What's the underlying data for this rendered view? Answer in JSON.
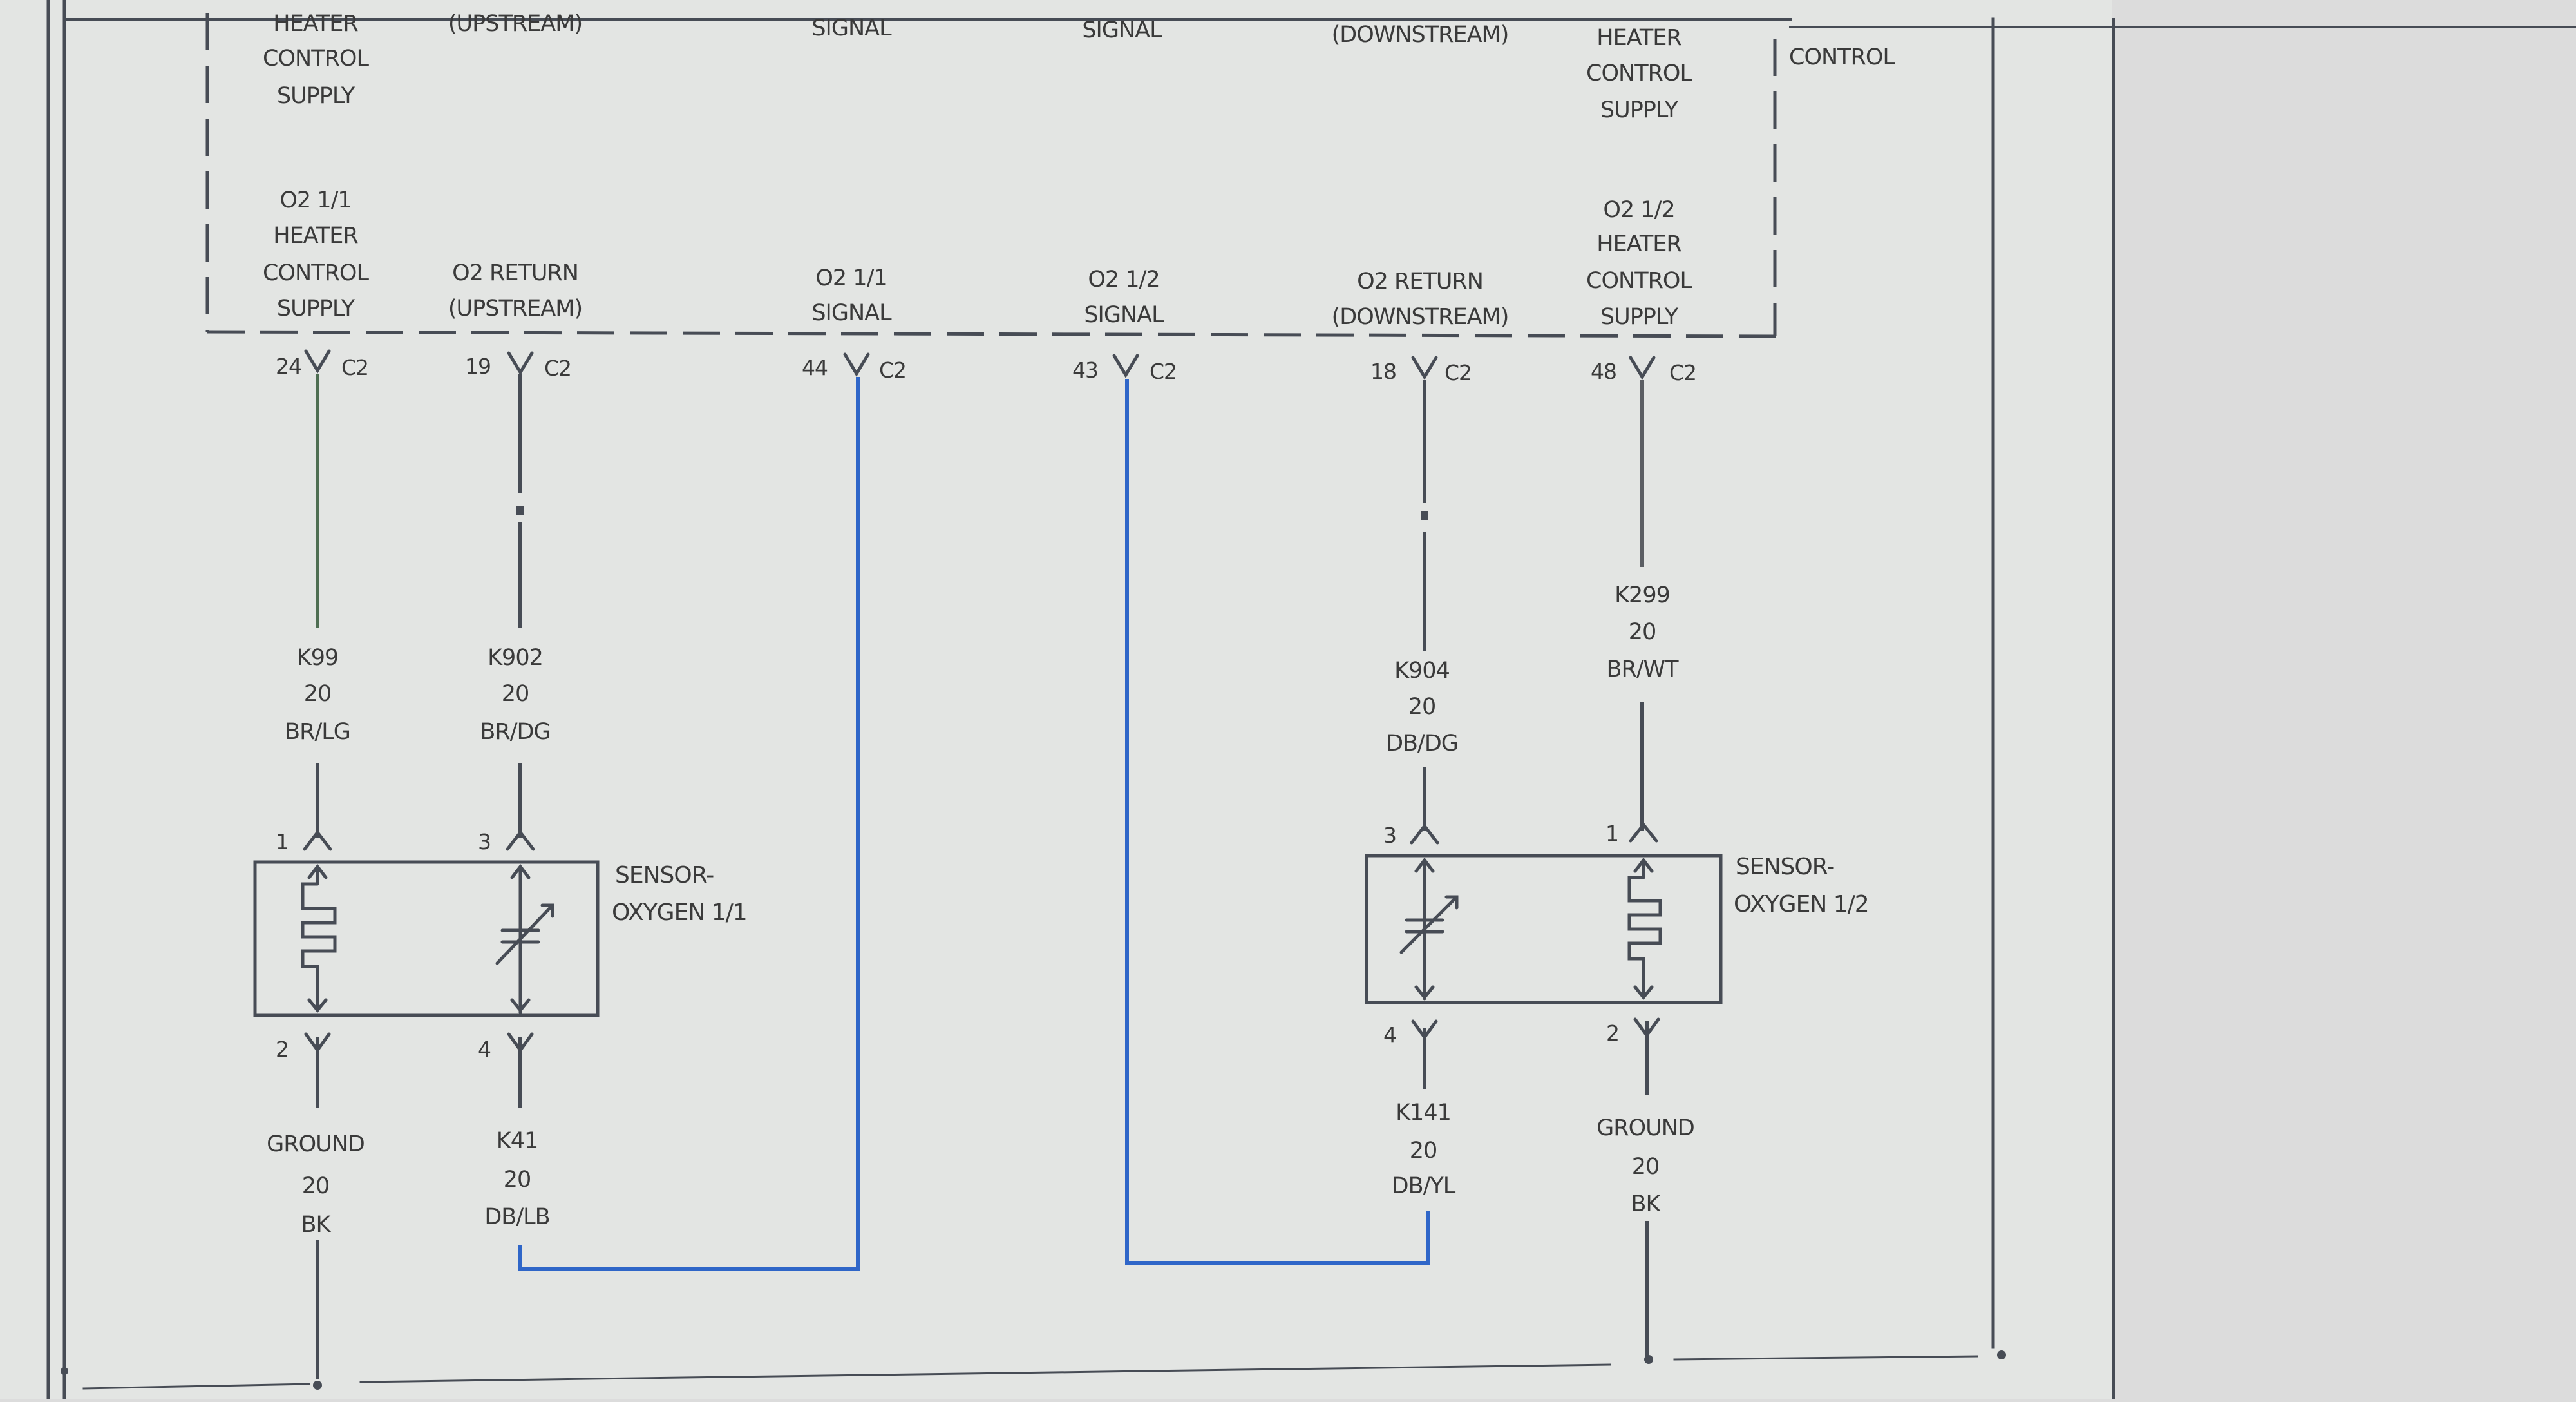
{
  "colors": {
    "sheet": "#e3e5e3",
    "background_right": "#dcdcdc",
    "line": "#474c55",
    "wire_green": "#4e6e52",
    "wire_gray": "#5b5e63",
    "wire_blue": "#2f66c8",
    "text": "#3a3a3a"
  },
  "module_top_labels": {
    "heater_11": [
      "HEATER",
      "CONTROL",
      "SUPPLY"
    ],
    "return_up": [
      "(UPSTREAM)"
    ],
    "signal_11": [
      "SIGNAL"
    ],
    "signal_12": [
      "SIGNAL"
    ],
    "return_down": [
      "(DOWNSTREAM)"
    ],
    "heater_12": [
      "HEATER",
      "CONTROL",
      "SUPPLY"
    ],
    "module_name": [
      "CONTROL"
    ]
  },
  "pin_labels": {
    "p24": [
      "O2 1/1",
      "HEATER",
      "CONTROL",
      "SUPPLY"
    ],
    "p19": [
      "O2 RETURN",
      "(UPSTREAM)"
    ],
    "p44": [
      "O2 1/1",
      "SIGNAL"
    ],
    "p43": [
      "O2 1/2",
      "SIGNAL"
    ],
    "p18": [
      "O2 RETURN",
      "(DOWNSTREAM)"
    ],
    "p48": [
      "O2 1/2",
      "HEATER",
      "CONTROL",
      "SUPPLY"
    ]
  },
  "connectors": [
    {
      "pin": "24",
      "conn": "C2"
    },
    {
      "pin": "19",
      "conn": "C2"
    },
    {
      "pin": "44",
      "conn": "C2"
    },
    {
      "pin": "43",
      "conn": "C2"
    },
    {
      "pin": "18",
      "conn": "C2"
    },
    {
      "pin": "48",
      "conn": "C2"
    }
  ],
  "wires": {
    "k99": [
      "K99",
      "20",
      "BR/LG"
    ],
    "k902": [
      "K902",
      "20",
      "BR/DG"
    ],
    "k904": [
      "K904",
      "20",
      "DB/DG"
    ],
    "k299": [
      "K299",
      "20",
      "BR/WT"
    ],
    "ground_1": [
      "GROUND",
      "20",
      "BK"
    ],
    "k41": [
      "K41",
      "20",
      "DB/LB"
    ],
    "k141": [
      "K141",
      "20",
      "DB/YL"
    ],
    "ground_2": [
      "GROUND",
      "20",
      "BK"
    ]
  },
  "sensor_pins": {
    "s1_top_left": "1",
    "s1_top_right": "3",
    "s1_bottom_left": "2",
    "s1_bottom_right": "4",
    "s2_top_left": "3",
    "s2_top_right": "1",
    "s2_bottom_left": "4",
    "s2_bottom_right": "2"
  },
  "sensors": {
    "sensor_11": [
      "SENSOR-",
      "OXYGEN 1/1"
    ],
    "sensor_12": [
      "SENSOR-",
      "OXYGEN 1/2"
    ]
  }
}
